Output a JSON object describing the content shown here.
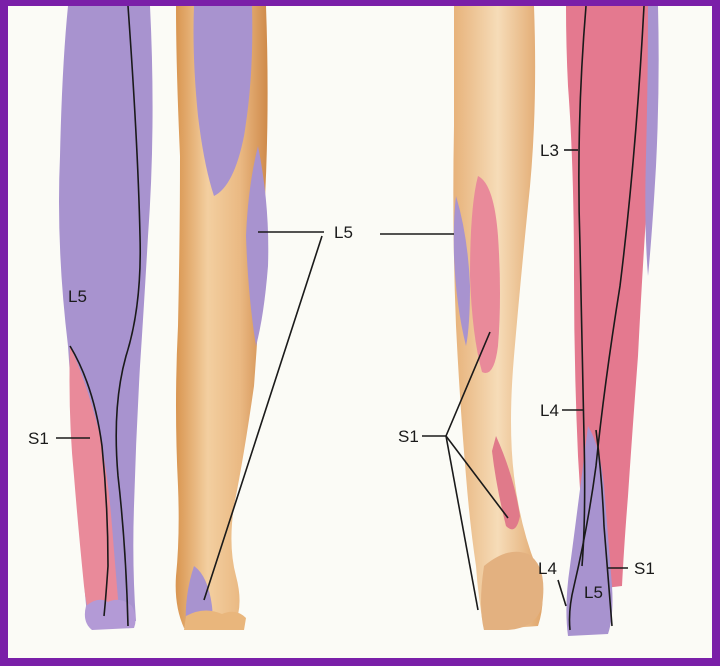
{
  "labels": {
    "left_leg_l5": "L5",
    "left_leg_s1": "S1",
    "center_l5": "L5",
    "right_s1": "S1",
    "right_l3": "L3",
    "right_l4": "L4",
    "right_foot_l4": "L4",
    "right_foot_l5": "L5",
    "right_foot_s1": "S1"
  },
  "colors": {
    "frame": "#7a1fa8",
    "background": "#fbfbf6",
    "l5_region": "#a893cf",
    "s1_region": "#e98a9a",
    "l3_l4_region": "#e4798f",
    "skin": "#e9b67c",
    "skin_shadow": "#cf8f52",
    "outline": "#1a1a1a"
  }
}
